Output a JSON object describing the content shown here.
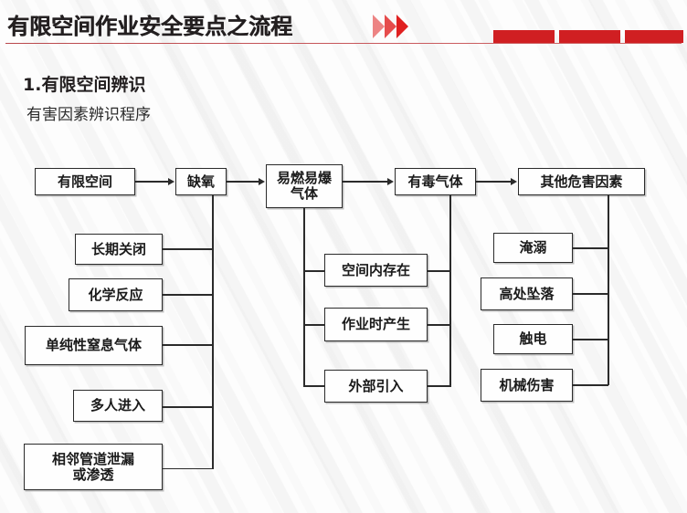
{
  "header": {
    "title": "有限空间作业安全要点之流程",
    "chevron_icon": "double-chevron-right-icon",
    "accent_color": "#d01f22",
    "rule_color": "#b9484c"
  },
  "section": {
    "number_title": "1.有限空间辨识",
    "subtitle": "有害因素辨识程序"
  },
  "flowchart": {
    "type": "flow-diagram",
    "top_row": [
      {
        "id": "confined-space",
        "label": "有限空间"
      },
      {
        "id": "oxygen-deficiency",
        "label": "缺氧"
      },
      {
        "id": "flammable-explosive-gas",
        "label": "易燃易爆\n气体"
      },
      {
        "id": "toxic-gas",
        "label": "有毒气体"
      },
      {
        "id": "other-hazards",
        "label": "其他危害因素"
      }
    ],
    "oxygen_causes": [
      {
        "id": "long-term-closed",
        "label": "长期关闭"
      },
      {
        "id": "chemical-reaction",
        "label": "化学反应"
      },
      {
        "id": "simple-asphyxiant-gas",
        "label": "单纯性窒息气体"
      },
      {
        "id": "multiple-people-entry",
        "label": "多人进入"
      },
      {
        "id": "adjacent-pipe-leak",
        "label": "相邻管道泄漏\n或渗透"
      }
    ],
    "gas_sources": [
      {
        "id": "existing-in-space",
        "label": "空间内存在"
      },
      {
        "id": "generated-during-work",
        "label": "作业时产生"
      },
      {
        "id": "introduced-externally",
        "label": "外部引入"
      }
    ],
    "other_hazard_items": [
      {
        "id": "drowning",
        "label": "淹溺"
      },
      {
        "id": "fall-from-height",
        "label": "高处坠落"
      },
      {
        "id": "electric-shock",
        "label": "触电"
      },
      {
        "id": "mechanical-injury",
        "label": "机械伤害"
      }
    ]
  }
}
